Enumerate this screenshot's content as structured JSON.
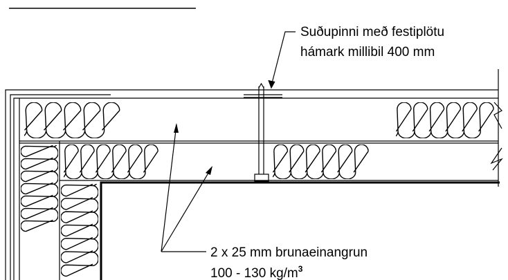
{
  "callouts": {
    "stud_pin": {
      "line1": "Suðupinni með festiplötu",
      "line2": "hámark millibil 400 mm"
    },
    "insulation": {
      "line1": "2 x 25 mm brunaeinangrun",
      "line2_main": "100 - 130 kg/m",
      "line2_sup": "3"
    }
  },
  "insulation_blocks": [
    {
      "name": "insulation-top-layer-left",
      "orientation": "horizontal",
      "loops": 5
    },
    {
      "name": "insulation-top-layer-right",
      "orientation": "horizontal",
      "loops": 6
    },
    {
      "name": "insulation-middle-layer-left",
      "orientation": "horizontal",
      "loops": 6
    },
    {
      "name": "insulation-middle-layer-right",
      "orientation": "horizontal",
      "loops": 6
    },
    {
      "name": "insulation-outer-column",
      "orientation": "vertical",
      "loops": 7
    },
    {
      "name": "insulation-inner-column",
      "orientation": "vertical",
      "loops": 7
    }
  ]
}
